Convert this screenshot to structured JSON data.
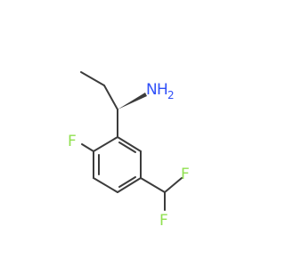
{
  "molecule": {
    "atoms": {
      "amine_n": "N",
      "amine_h2": "H",
      "amine_sub": "2",
      "ring_f": "F",
      "chf2_f_top": "F",
      "chf2_f_bottom": "F"
    },
    "colors": {
      "bond": "#3c3c3c",
      "nitrogen": "#3050f8",
      "fluorine": "#90e050"
    }
  }
}
